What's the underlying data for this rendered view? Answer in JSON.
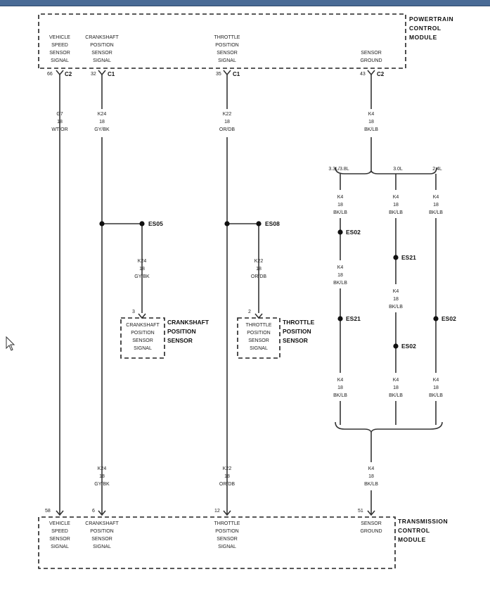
{
  "modules": {
    "pcm": {
      "line1": "POWERTRAIN",
      "line2": "CONTROL",
      "line3": "MODULE"
    },
    "tcm": {
      "line1": "TRANSMISSION",
      "line2": "CONTROL",
      "line3": "MODULE"
    }
  },
  "pcm_signals": {
    "vss": [
      "VEHICLE",
      "SPEED",
      "SENSOR",
      "SIGNAL"
    ],
    "ckp": [
      "CRANKSHAFT",
      "POSITION",
      "SENSOR",
      "SIGNAL"
    ],
    "tps": [
      "THROTTLE",
      "POSITION",
      "SENSOR",
      "SIGNAL"
    ],
    "gnd": [
      "SENSOR",
      "GROUND"
    ]
  },
  "tcm_signals": {
    "vss": [
      "VEHICLE",
      "SPEED",
      "SENSOR",
      "SIGNAL"
    ],
    "ckp": [
      "CRANKSHAFT",
      "POSITION",
      "SENSOR",
      "SIGNAL"
    ],
    "tps": [
      "THROTTLE",
      "POSITION",
      "SENSOR",
      "SIGNAL"
    ],
    "gnd": [
      "SENSOR",
      "GROUND"
    ]
  },
  "pcm_pins": {
    "vss": {
      "pin": "66",
      "conn": "C2"
    },
    "ckp": {
      "pin": "32",
      "conn": "C1"
    },
    "tps": {
      "pin": "35",
      "conn": "C1"
    },
    "gnd": {
      "pin": "43",
      "conn": "C2"
    }
  },
  "tcm_pins": {
    "vss": "58",
    "ckp": "6",
    "tps": "12",
    "gnd": "51"
  },
  "wires": {
    "vss": [
      "G7",
      "18",
      "WT/OR"
    ],
    "ckp": [
      "K24",
      "18",
      "GY/BK"
    ],
    "tps": [
      "K22",
      "18",
      "OR/DB"
    ],
    "gnd": [
      "K4",
      "18",
      "BK/LB"
    ],
    "ckp_branch": [
      "K24",
      "18",
      "GY/BK"
    ],
    "tps_branch": [
      "K22",
      "18",
      "OR/DB"
    ],
    "ckp_lower": [
      "K24",
      "18",
      "GY/BK"
    ],
    "tps_lower": [
      "K22",
      "18",
      "OR/DB"
    ],
    "gnd_lower": [
      "K4",
      "18",
      "BK/LB"
    ],
    "k4": [
      "K4",
      "18",
      "BK/LB"
    ]
  },
  "engine_options": {
    "a": "3.3L/3.8L",
    "b": "3.0L",
    "c": "2.4L"
  },
  "splices": {
    "es05": "ES05",
    "es08": "ES08",
    "es02": "ES02",
    "es21": "ES21"
  },
  "sensors": {
    "ckp": {
      "pin": "3",
      "inner": [
        "CRANKSHAFT",
        "POSITION",
        "SENSOR",
        "SIGNAL"
      ],
      "title": [
        "CRANKSHAFT",
        "POSITION",
        "SENSOR"
      ]
    },
    "tps": {
      "pin": "2",
      "inner": [
        "THROTTLE",
        "POSITION",
        "SENSOR",
        "SIGNAL"
      ],
      "title": [
        "THROTTLE",
        "POSITION",
        "SENSOR"
      ]
    }
  }
}
